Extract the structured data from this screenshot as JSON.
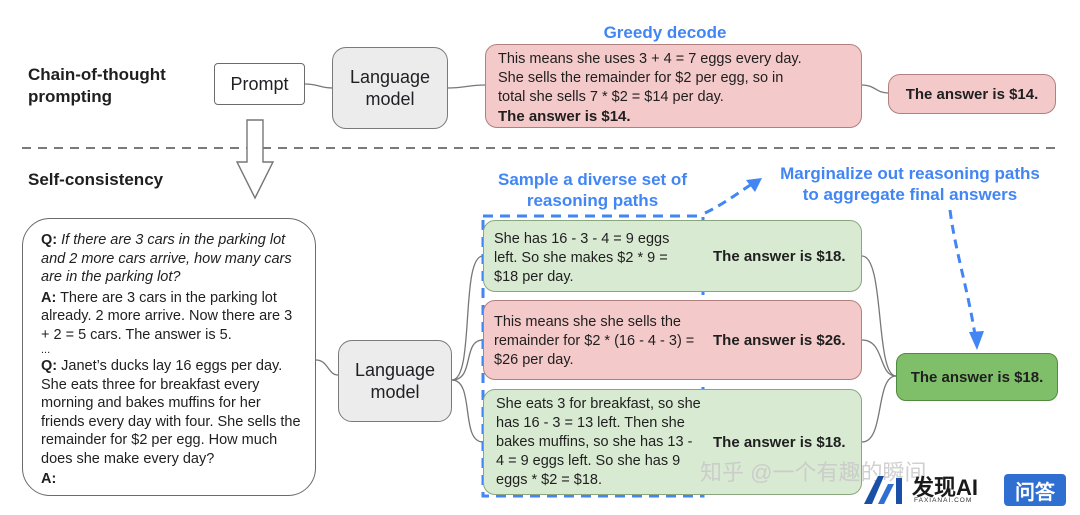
{
  "top": {
    "label_line1": "Chain-of-thought",
    "label_line2": "prompting",
    "prompt": "Prompt",
    "lm_line1": "Language",
    "lm_line2": "model",
    "greedy_label": "Greedy decode",
    "greedy_lines": [
      "This means she uses 3 + 4 = 7 eggs every day.",
      "She sells the remainder for $2 per egg, so in",
      "total she sells 7 * $2 = $14 per day."
    ],
    "greedy_answer": "The answer is $14.",
    "final_answer": "The answer is $14."
  },
  "bottom": {
    "label": "Self-consistency",
    "qa": {
      "q1_prefix": "Q:",
      "q1_text": " If there are 3 cars in the parking lot and 2 more cars arrive, how many cars are in the parking lot?",
      "a1_prefix": "A:",
      "a1_text": " There are 3 cars in the parking lot already. 2 more arrive. Now there are 3 + 2 = 5 cars. The answer is 5.",
      "ellipsis": "...",
      "q2_prefix": "Q:",
      "q2_text": " Janet’s ducks lay 16 eggs per day. She eats three for breakfast every morning and bakes muffins for her friends every day with four. She sells the remainder for $2 per egg. How much does she make every day?",
      "a2_prefix": "A:"
    },
    "lm_line1": "Language",
    "lm_line2": "model",
    "sample_label_line1": "Sample a diverse set of",
    "sample_label_line2": "reasoning paths",
    "marginalize_line1": "Marginalize out reasoning paths",
    "marginalize_line2": "to aggregate final answers",
    "paths": [
      {
        "text": "She has 16 - 3 - 4 = 9 eggs left. So she makes $2 * 9 = $18 per day.",
        "answer": "The answer is $18.",
        "color": "#d9ead3"
      },
      {
        "text": "This means she she sells the remainder for $2 * (16 - 4 - 3) = $26 per day.",
        "answer": "The answer is $26.",
        "color": "#f4c9c9"
      },
      {
        "text": "She eats 3 for breakfast, so she has 16 - 3 = 13 left. Then she bakes muffins, so she has 13 - 4 = 9 eggs left. So she has 9 eggs * $2 = $18.",
        "answer": "The answer is $18.",
        "color": "#d9ead3"
      }
    ],
    "final_answer": "The answer is $18."
  },
  "watermark": {
    "text": "知乎 @一个有趣的瞬间",
    "brand": "发现AI",
    "brand_sub": "FAXIANAI.COM",
    "badge": "问答"
  },
  "colors": {
    "accent_blue": "#4285f4",
    "pink": "#f4c9c9",
    "light_green": "#d9ead3",
    "dark_green": "#7fbf6a",
    "lm_gray": "#ececec"
  }
}
